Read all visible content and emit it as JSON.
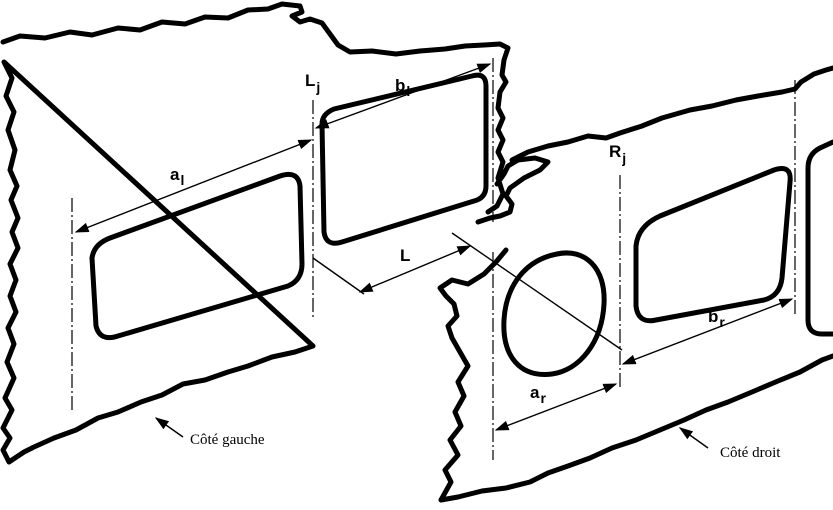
{
  "left_side": {
    "caption": "Côté gauche",
    "dim_a": {
      "main": "a",
      "sub": "l"
    },
    "dim_b": {
      "main": "b",
      "sub": "l"
    },
    "frame_label": {
      "main": "L",
      "sub": "j"
    }
  },
  "right_side": {
    "caption": "Côté droit",
    "dim_a": {
      "main": "a",
      "sub": "r"
    },
    "dim_b": {
      "main": "b",
      "sub": "r"
    },
    "frame_label": {
      "main": "R",
      "sub": "j"
    }
  },
  "offset_label": "L"
}
